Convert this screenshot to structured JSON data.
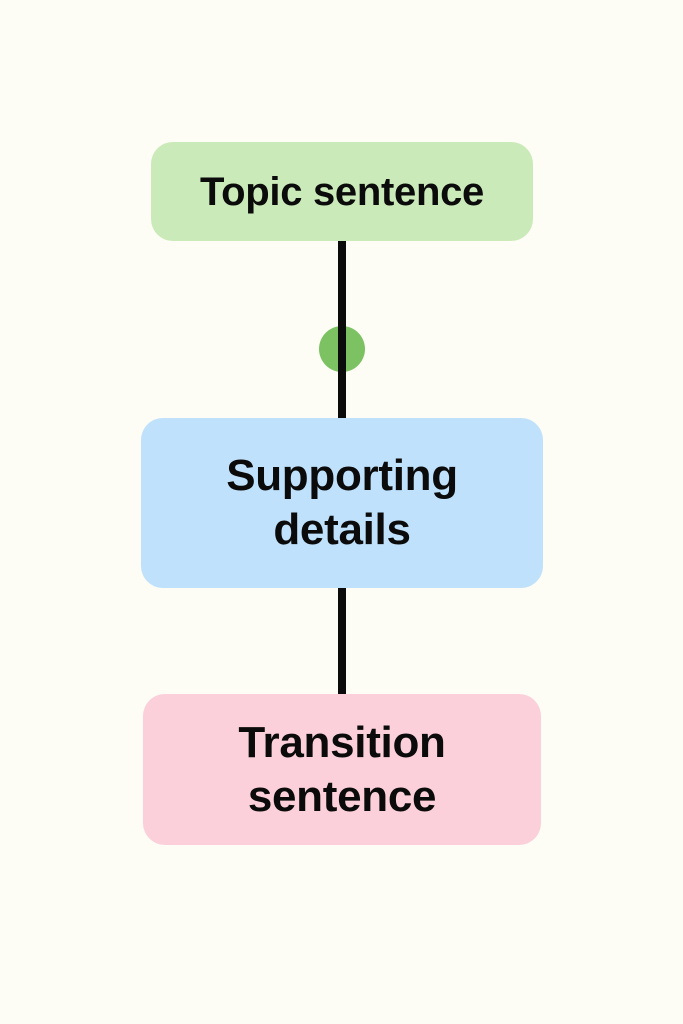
{
  "diagram": {
    "type": "vertical-flow",
    "background_color": "#FDFCF5",
    "connector_color": "#0B0B0B",
    "text_color": "#0B0B0B",
    "nodes": [
      {
        "id": "topic-sentence",
        "label": "Topic sentence",
        "fill_color": "#CBEAB9",
        "shape": "rounded-rectangle"
      },
      {
        "id": "node-dot",
        "label": "",
        "fill_color": "#7CC262",
        "shape": "circle"
      },
      {
        "id": "supporting-details",
        "label": "Supporting\ndetails",
        "fill_color": "#BFE1FB",
        "shape": "rounded-rectangle"
      },
      {
        "id": "transition-sentence",
        "label": "Transition\nsentence",
        "fill_color": "#FBD0DA",
        "shape": "rounded-rectangle"
      }
    ]
  }
}
